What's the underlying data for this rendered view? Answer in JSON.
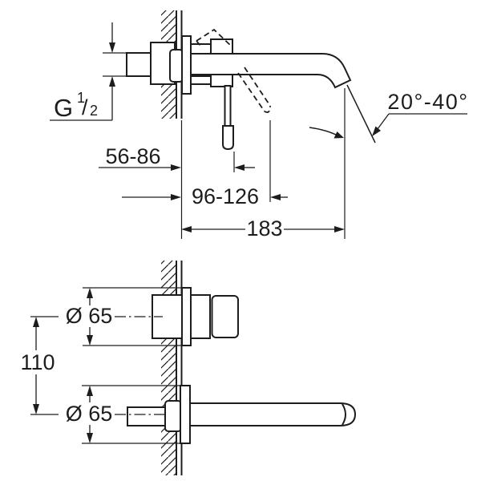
{
  "colors": {
    "line": "#1d1d1d",
    "background": "#ffffff"
  },
  "top_view": {
    "thread": {
      "main": "G",
      "sup": "1",
      "slash": "/",
      "sub": "2"
    },
    "depth_range": "56-86",
    "handle_range": "96-126",
    "spout_reach": "183",
    "spout_angle": "20°-40°"
  },
  "front_view": {
    "upper_diameter": "Ø 65",
    "lower_diameter": "Ø 65",
    "vertical_spacing": "110"
  }
}
